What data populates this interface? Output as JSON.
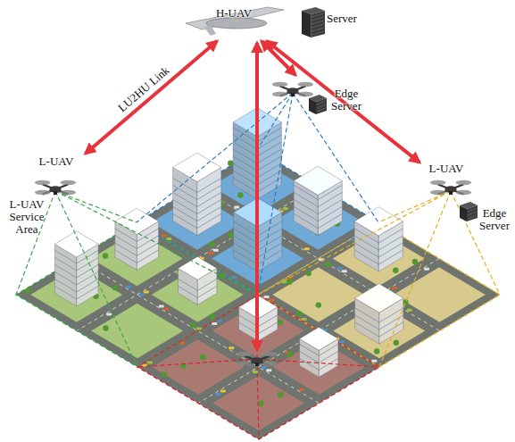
{
  "diagram": {
    "nodes": [
      {
        "text": [
          "H-UAV"
        ]
      },
      {
        "text": [
          "L-UAV"
        ]
      },
      {
        "text": [
          "Edge Server"
        ]
      },
      {
        "text": [
          "L-UAV",
          "Edge Server"
        ]
      }
    ],
    "edges": [
      {
        "from": 0,
        "to": 1,
        "arrow": "both",
        "label": "LU2HU Link"
      },
      {
        "from": 0,
        "to": 2,
        "arrow": "both"
      },
      {
        "from": 0,
        "to": 3,
        "arrow": "both"
      }
    ],
    "labels": [
      "Server",
      "L-UAV Service Area"
    ]
  }
}
